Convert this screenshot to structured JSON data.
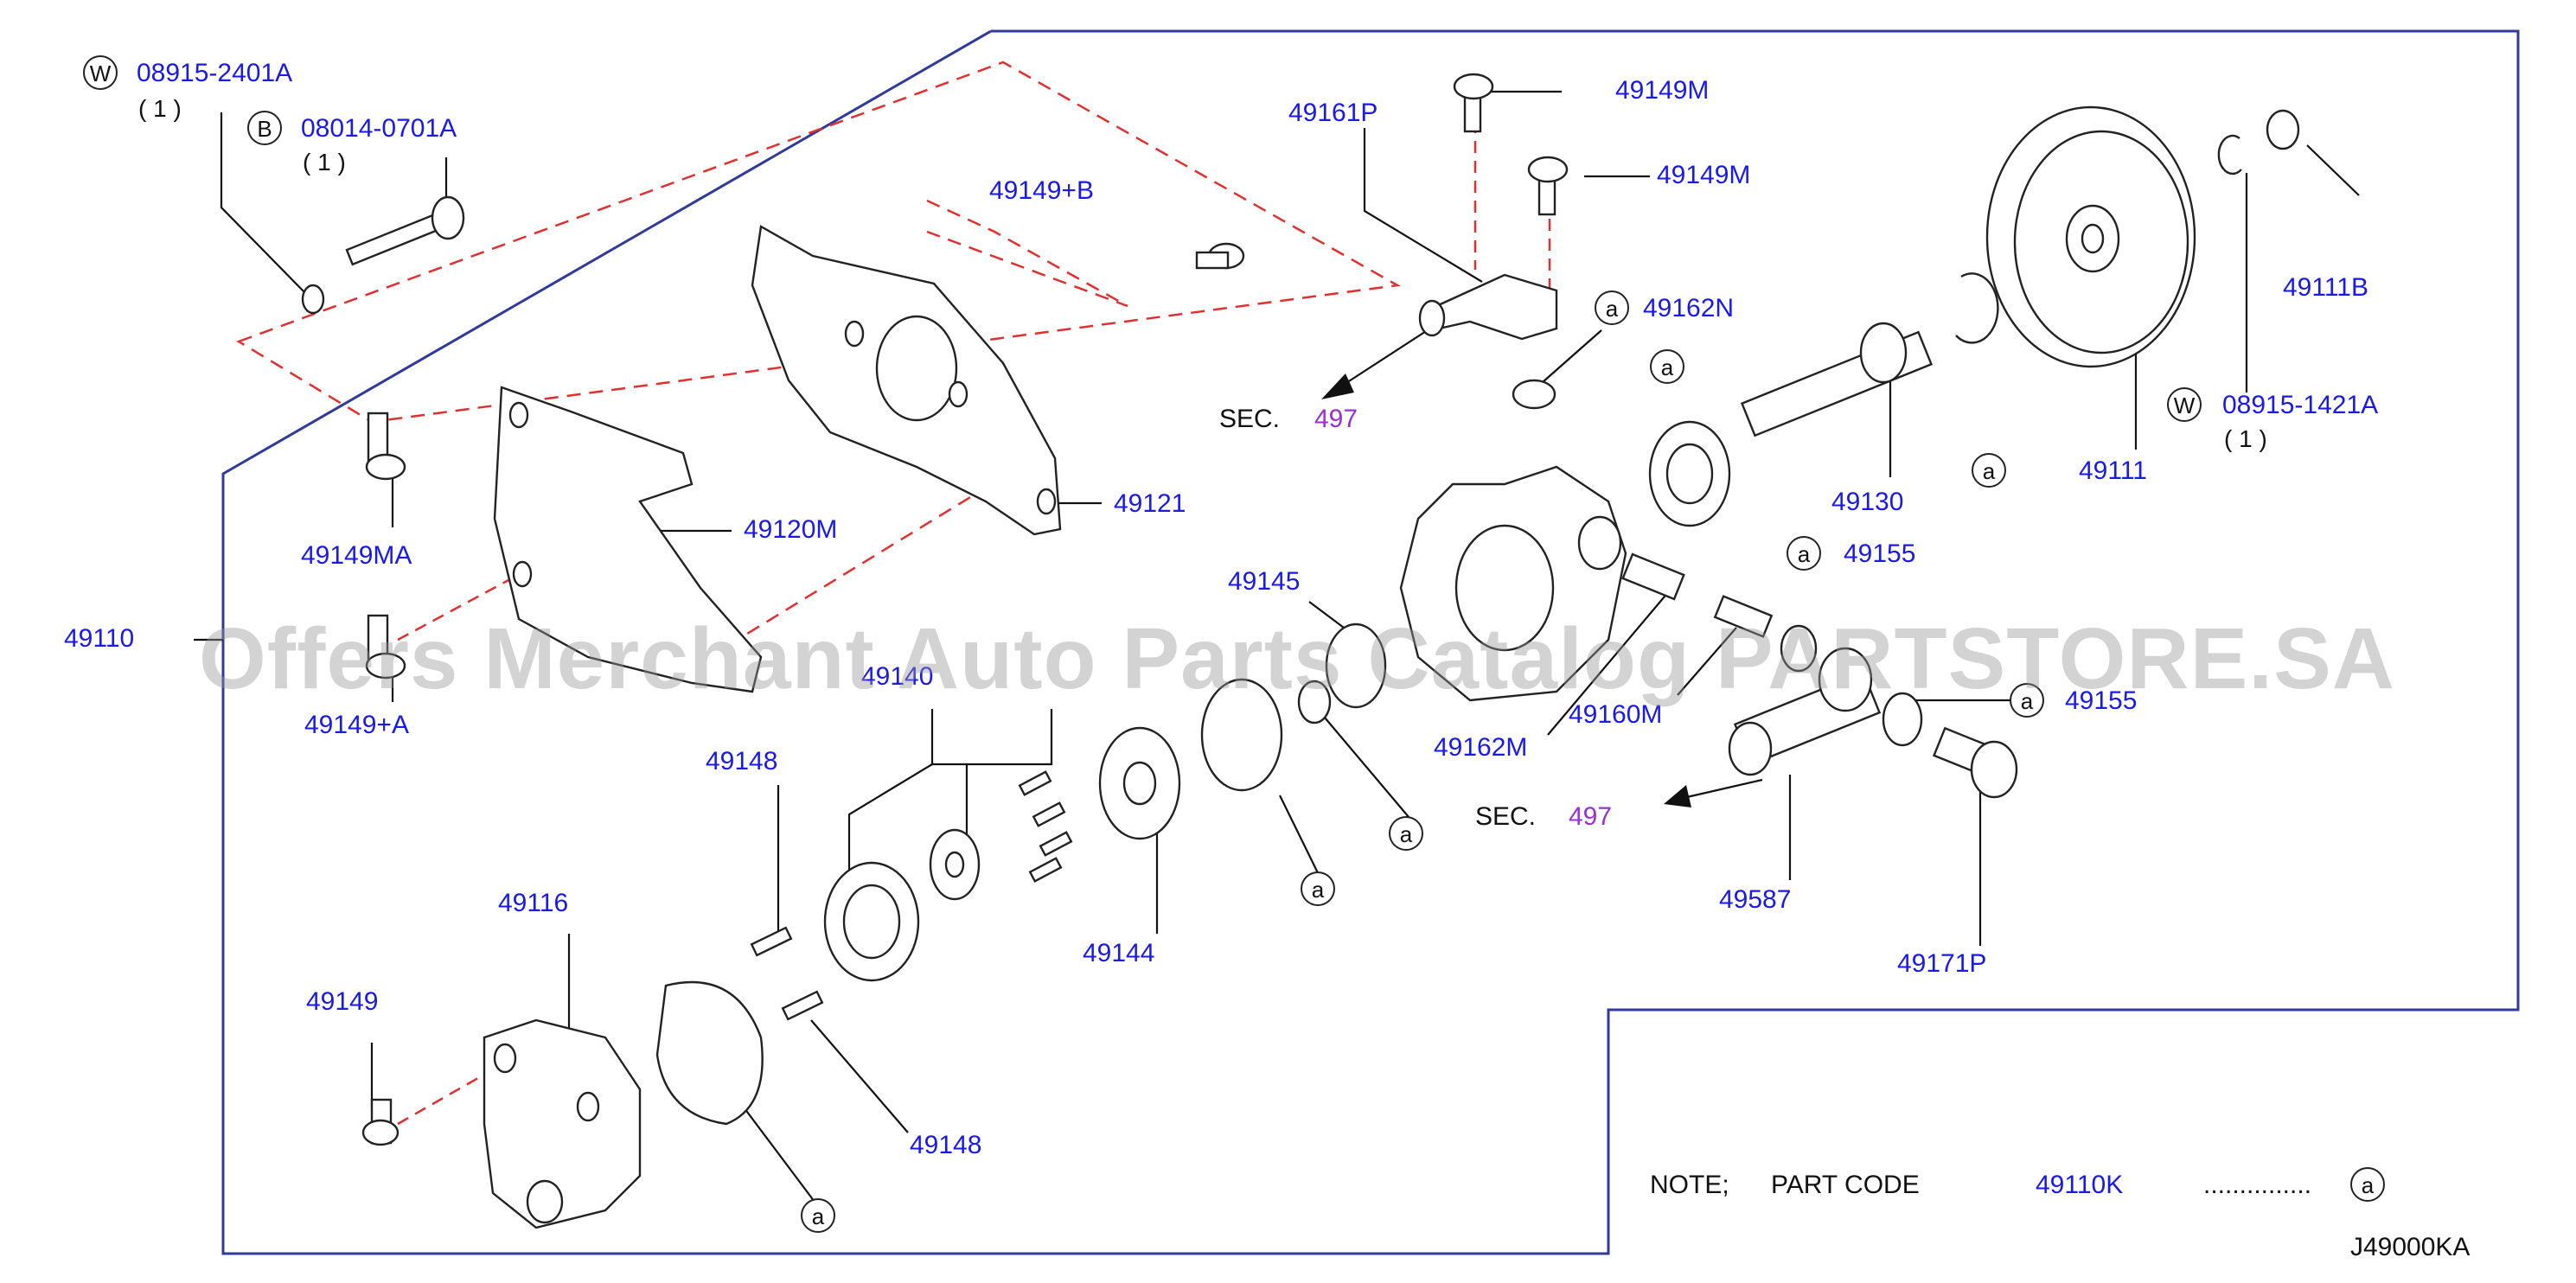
{
  "parts": {
    "p08915_2401A": "08915-2401A",
    "p08014_0701A": "08014-0701A",
    "p49149B": "49149+B",
    "p49161P": "49161P",
    "p49149M_1": "49149M",
    "p49149M_2": "49149M",
    "p49162N": "49162N",
    "p49111B": "49111B",
    "p08915_1421A": "08915-1421A",
    "p49111": "49111",
    "p49130": "49130",
    "p49155_1": "49155",
    "p49155_2": "49155",
    "p49121": "49121",
    "p49120M": "49120M",
    "p49149MA": "49149MA",
    "p49110": "49110",
    "p49149A": "49149+A",
    "p49145": "49145",
    "p49140": "49140",
    "p49162M": "49162M",
    "p49160M": "49160M",
    "p49587": "49587",
    "p49171P": "49171P",
    "p49148_1": "49148",
    "p49148_2": "49148",
    "p49144": "49144",
    "p49116": "49116",
    "p49149": "49149"
  },
  "qty": {
    "q1": "( 1 )",
    "q2": "( 1 )",
    "q3": "( 1 )"
  },
  "symbols": {
    "w": "W",
    "b": "B",
    "a": "a"
  },
  "sec": {
    "label": "SEC.",
    "number": "497"
  },
  "note": {
    "label": "NOTE;",
    "part_code_label": "PART  CODE",
    "part_code": "49110K",
    "dots": "..............."
  },
  "diagram_code": "J49000KA",
  "watermark": "Offers Merchant Auto Parts Catalog PARTSTORE.SA"
}
